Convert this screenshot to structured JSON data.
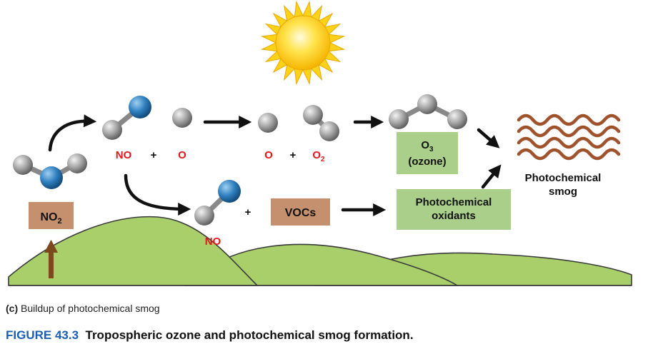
{
  "labels": {
    "no2": "NO",
    "no2_sub": "2",
    "no_top": "NO",
    "plus1": "+",
    "o_top": "O",
    "o_mid": "O",
    "plus2": "+",
    "o2": "O",
    "o2_sub": "2",
    "o3": "O",
    "o3_sub": "3",
    "ozone": "(ozone)",
    "no_bottom": "NO",
    "plus3": "+",
    "vocs": "VOCs",
    "oxidants_line1": "Photochemical",
    "oxidants_line2": "oxidants",
    "smog_line1": "Photochemical",
    "smog_line2": "smog"
  },
  "caption": {
    "panel": "(c)",
    "text": "Buildup of photochemical smog"
  },
  "figure": {
    "number": "FIGURE 43.3",
    "title": "Tropospheric ozone and photochemical smog formation."
  },
  "colors": {
    "red_label": "#e3161b",
    "brown_box": "#c4906e",
    "green_box": "#a9cf8a",
    "hill": "#a8cf6a",
    "smog": "#a0522d",
    "nitrogen_atom": "#2f7fbf",
    "oxygen_atom": "#9a9a9a",
    "sun": "#ffd21a",
    "figure_blue": "#1a5fb4"
  }
}
